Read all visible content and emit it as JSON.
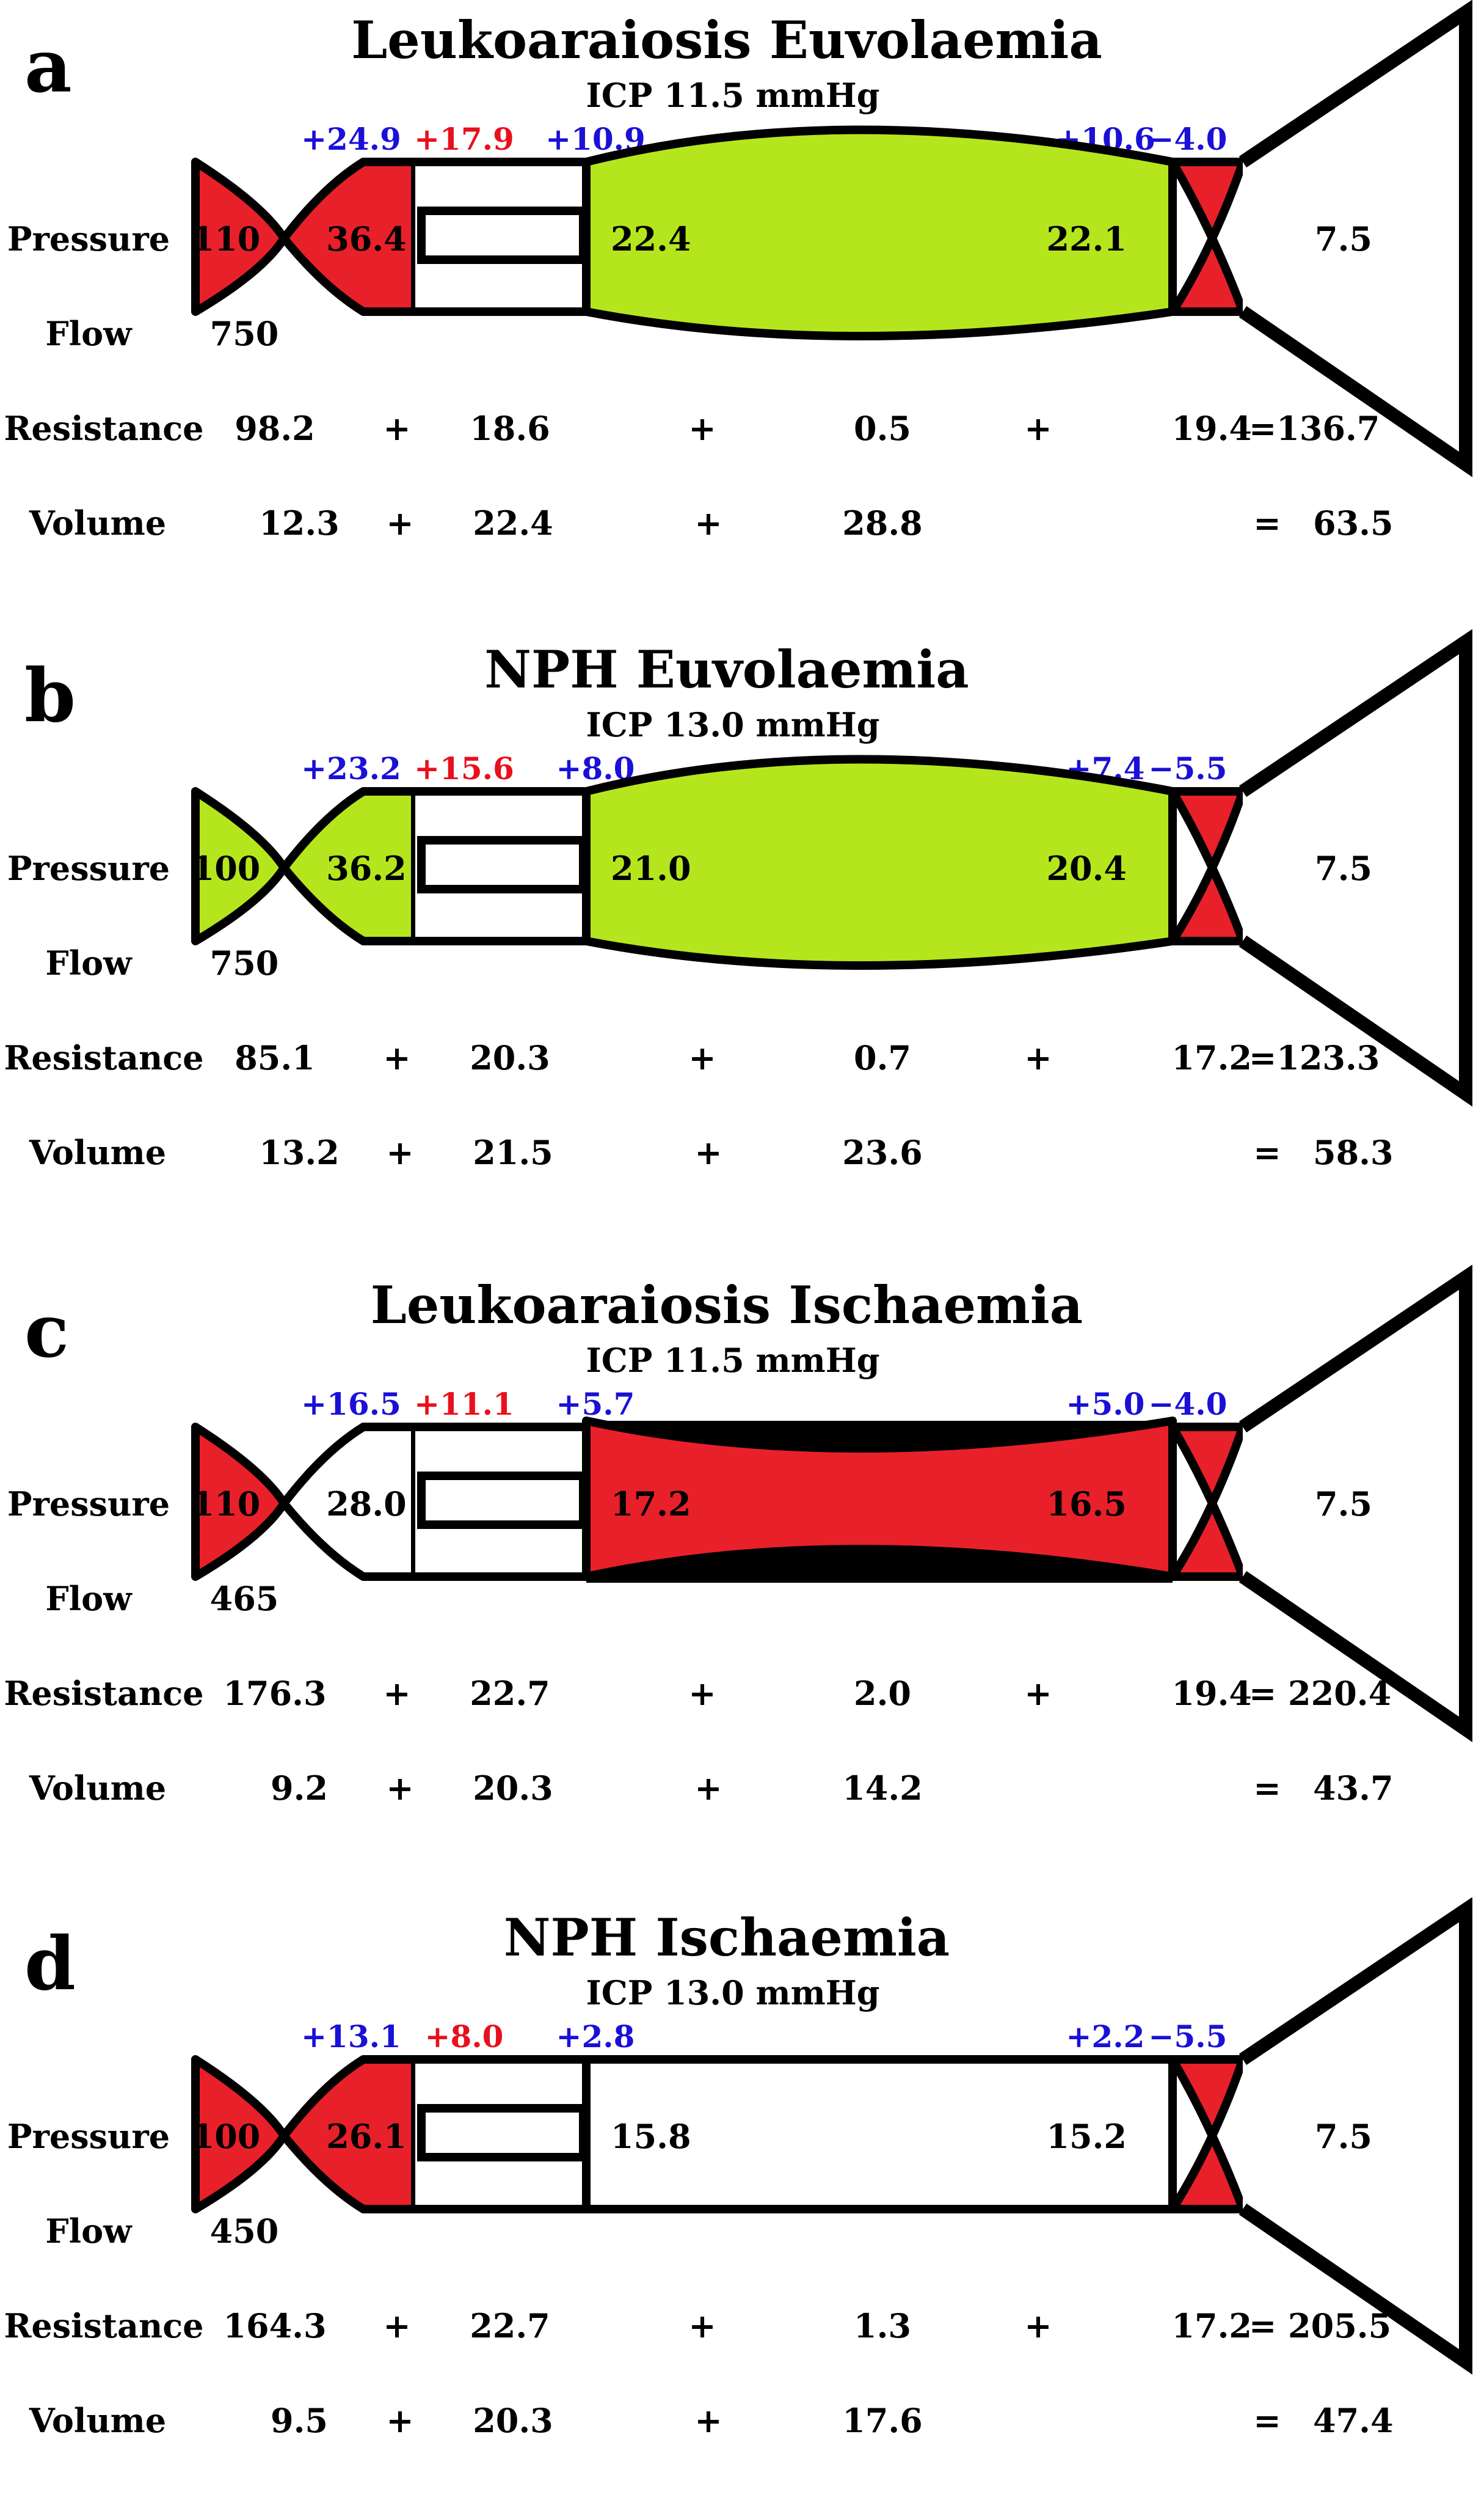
{
  "colors": {
    "red": "#e8202a",
    "green": "#b5e61d",
    "blue": "#1a10d6",
    "black": "#000000",
    "white": "#ffffff"
  },
  "row_labels": {
    "pressure": "Pressure",
    "flow": "Flow",
    "resistance": "Resistance",
    "volume": "Volume"
  },
  "panels": [
    {
      "letter": "a",
      "title": "Leukoaraiosis Euvolaemia",
      "icp": "ICP 11.5 mmHg",
      "fills": {
        "arterial": "red",
        "arteriole": "red",
        "capillary": "white",
        "vein": "green",
        "outflow": "red"
      },
      "vein_style": "bulge",
      "deltas": [
        "+24.9",
        "+17.9",
        "+10.9",
        "+10.6",
        "−4.0"
      ],
      "pressures": [
        "110",
        "36.4",
        "22.4",
        "22.1",
        "7.5"
      ],
      "flow": "750",
      "resistance": [
        "98.2",
        "+",
        "18.6",
        "+",
        "0.5",
        "+",
        "19.4",
        "=136.7"
      ],
      "volume": [
        "12.3",
        "+",
        "22.4",
        "+",
        "28.8",
        "=",
        "63.5"
      ]
    },
    {
      "letter": "b",
      "title": "NPH Euvolaemia",
      "icp": "ICP 13.0 mmHg",
      "fills": {
        "arterial": "green",
        "arteriole": "green",
        "capillary": "white",
        "vein": "green",
        "outflow": "red"
      },
      "vein_style": "bulge",
      "deltas": [
        "+23.2",
        "+15.6",
        "+8.0",
        "+7.4",
        "−5.5"
      ],
      "pressures": [
        "100",
        "36.2",
        "21.0",
        "20.4",
        "7.5"
      ],
      "flow": "750",
      "resistance": [
        "85.1",
        "+",
        "20.3",
        "+",
        "0.7",
        "+",
        "17.2",
        "=123.3"
      ],
      "volume": [
        "13.2",
        "+",
        "21.5",
        "+",
        "23.6",
        "=",
        "58.3"
      ]
    },
    {
      "letter": "c",
      "title": "Leukoaraiosis Ischaemia",
      "icp": "ICP 11.5 mmHg",
      "fills": {
        "arterial": "red",
        "arteriole": "white",
        "capillary": "white",
        "vein": "red",
        "outflow": "red"
      },
      "vein_style": "pinch",
      "deltas": [
        "+16.5",
        "+11.1",
        "+5.7",
        "+5.0",
        "−4.0"
      ],
      "pressures": [
        "110",
        "28.0",
        "17.2",
        "16.5",
        "7.5"
      ],
      "flow": "465",
      "resistance": [
        "176.3",
        "+",
        "22.7",
        "+",
        "2.0",
        "+",
        "19.4",
        "= 220.4"
      ],
      "volume": [
        "9.2",
        "+",
        "20.3",
        "+",
        "14.2",
        "=",
        "43.7"
      ]
    },
    {
      "letter": "d",
      "title": "NPH Ischaemia",
      "icp": "ICP 13.0 mmHg",
      "fills": {
        "arterial": "red",
        "arteriole": "red",
        "capillary": "white",
        "vein": "white",
        "outflow": "red"
      },
      "vein_style": "flat",
      "deltas": [
        "+13.1",
        "+8.0",
        "+2.8",
        "+2.2",
        "−5.5"
      ],
      "pressures": [
        "100",
        "26.1",
        "15.8",
        "15.2",
        "7.5"
      ],
      "flow": "450",
      "resistance": [
        "164.3",
        "+",
        "22.7",
        "+",
        "1.3",
        "+",
        "17.2",
        "= 205.5"
      ],
      "volume": [
        "9.5",
        "+",
        "20.3",
        "+",
        "17.6",
        "=",
        "47.4"
      ]
    }
  ]
}
